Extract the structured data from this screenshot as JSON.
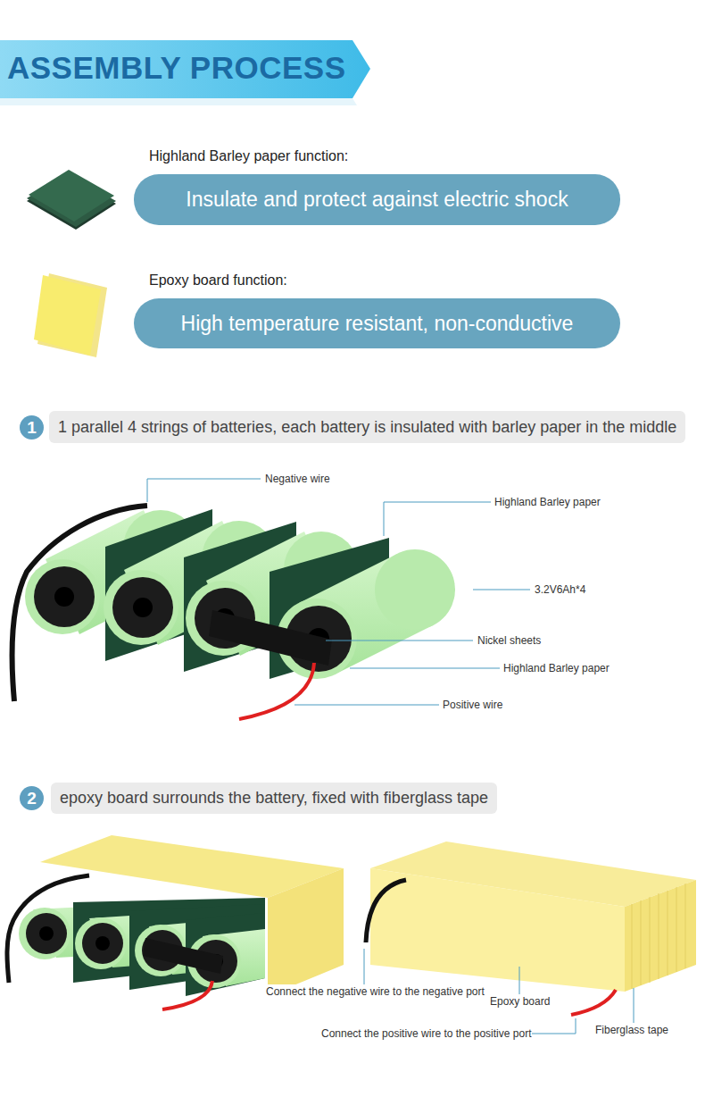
{
  "diagram": {
    "title": "ASSEMBLY PROCESS",
    "nodes": [
      {
        "text": [
          "Highland Barley paper function:",
          "Insulate and protect against electric shock"
        ]
      },
      {
        "text": [
          "Epoxy board function:",
          "High temperature resistant, non-conductive"
        ]
      },
      {
        "text": [
          "1"
        ]
      },
      {
        "text": [
          "1 parallel 4 strings of batteries, each battery is insulated with barley paper in the middle"
        ]
      },
      {
        "text": [
          "2"
        ]
      },
      {
        "text": [
          "epoxy board surrounds the battery, fixed with fiberglass tape"
        ]
      }
    ],
    "labels": [
      "Negative wire",
      "Highland Barley paper",
      "3.2V6Ah*4",
      "Nickel sheets",
      "Highland Barley paper",
      "Positive wire",
      "Connect the negative wire to the negative port",
      "Epoxy board",
      "Connect the positive wire to the positive port",
      "Fiberglass tape"
    ]
  }
}
